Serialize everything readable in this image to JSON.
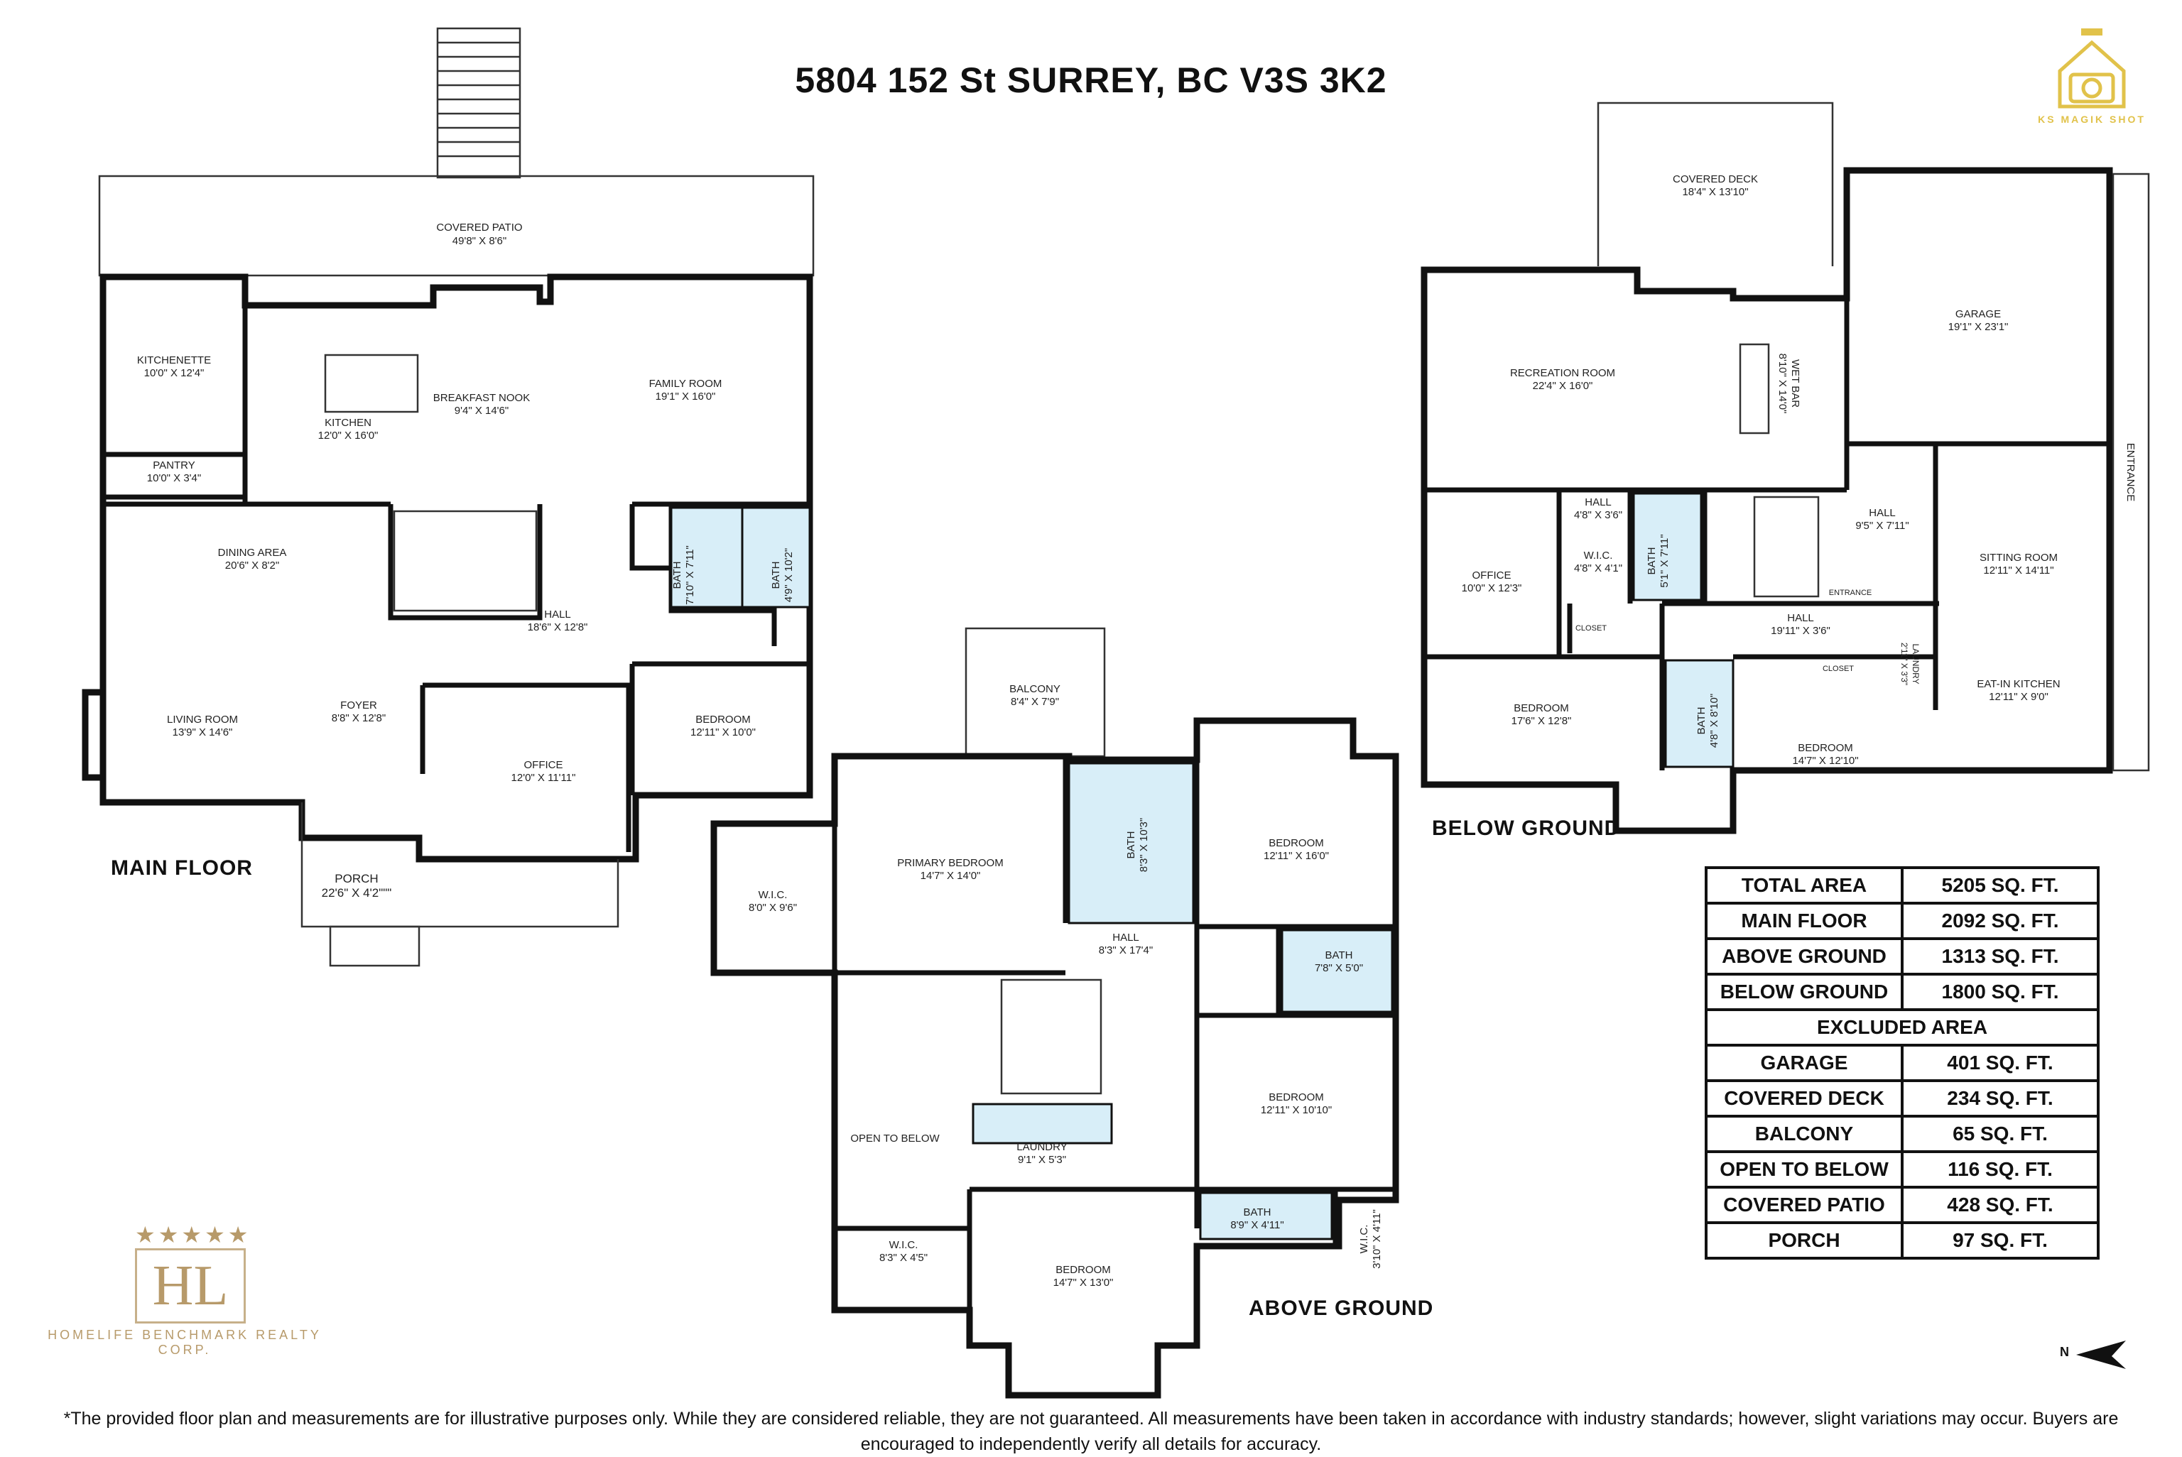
{
  "title": "5804 152 St SURREY, BC  V3S 3K2",
  "floors": {
    "main": "MAIN FLOOR",
    "above": "ABOVE GROUND",
    "below": "BELOW GROUND"
  },
  "rooms": {
    "main": [
      {
        "name": "COVERED PATIO",
        "dims": "49'8\" X 8'6\""
      },
      {
        "name": "KITCHENETTE",
        "dims": "10'0\" X 12'4\""
      },
      {
        "name": "PANTRY",
        "dims": "10'0\" X 3'4\""
      },
      {
        "name": "KITCHEN",
        "dims": "12'0\" X 16'0\""
      },
      {
        "name": "BREAKFAST NOOK",
        "dims": "9'4\" X 14'6\""
      },
      {
        "name": "FAMILY ROOM",
        "dims": "19'1\" X 16'0\""
      },
      {
        "name": "DINING AREA",
        "dims": "20'6\" X 8'2\""
      },
      {
        "name": "HALL",
        "dims": "18'6\" X 12'8\""
      },
      {
        "name": "BATH",
        "dims": "7'10\" X 7'11\""
      },
      {
        "name": "BATH",
        "dims": "4'9\" X 10'2\""
      },
      {
        "name": "LIVING ROOM",
        "dims": "13'9\" X 14'6\""
      },
      {
        "name": "FOYER",
        "dims": "8'8\" X 12'8\""
      },
      {
        "name": "OFFICE",
        "dims": "12'0\" X 11'11\""
      },
      {
        "name": "BEDROOM",
        "dims": "12'11\" X 10'0\""
      },
      {
        "name": "PORCH",
        "dims": "22'6\" X 4'2\"\"\""
      }
    ],
    "above": [
      {
        "name": "BALCONY",
        "dims": "8'4\" X 7'9\""
      },
      {
        "name": "W.I.C.",
        "dims": "8'0\" X 9'6\""
      },
      {
        "name": "PRIMARY BEDROOM",
        "dims": "14'7\" X 14'0\""
      },
      {
        "name": "BATH",
        "dims": "8'3\" X 10'3\""
      },
      {
        "name": "BEDROOM",
        "dims": "12'11\" X 16'0\""
      },
      {
        "name": "HALL",
        "dims": "8'3\" X 17'4\""
      },
      {
        "name": "BATH",
        "dims": "7'8\" X 5'0\""
      },
      {
        "name": "OPEN TO BELOW",
        "dims": ""
      },
      {
        "name": "LAUNDRY",
        "dims": "9'1\" X 5'3\""
      },
      {
        "name": "BEDROOM",
        "dims": "12'11\" X 10'10\""
      },
      {
        "name": "W.I.C.",
        "dims": "8'3\" X 4'5\""
      },
      {
        "name": "BEDROOM",
        "dims": "14'7\" X 13'0\""
      },
      {
        "name": "BATH",
        "dims": "8'9\" X 4'11\""
      },
      {
        "name": "W.I.C.",
        "dims": "3'10\" X 4'11\""
      }
    ],
    "below": [
      {
        "name": "COVERED DECK",
        "dims": "18'4\" X 13'10\""
      },
      {
        "name": "GARAGE",
        "dims": "19'1\" X 23'1\""
      },
      {
        "name": "RECREATION ROOM",
        "dims": "22'4\" X 16'0\""
      },
      {
        "name": "WET BAR",
        "dims": "8'10\" X 14'0\""
      },
      {
        "name": "ENTRANCE",
        "dims": ""
      },
      {
        "name": "HALL",
        "dims": "4'8\" X 3'6\""
      },
      {
        "name": "W.I.C.",
        "dims": "4'8\" X 4'1\""
      },
      {
        "name": "OFFICE",
        "dims": "10'0\" X 12'3\""
      },
      {
        "name": "BATH",
        "dims": "5'1\" X 7'11\""
      },
      {
        "name": "HALL",
        "dims": "9'5\" X 7'11\""
      },
      {
        "name": "SITTING ROOM",
        "dims": "12'11\" X 14'11\""
      },
      {
        "name": "ENTRANCE",
        "dims": ""
      },
      {
        "name": "CLOSET",
        "dims": ""
      },
      {
        "name": "HALL",
        "dims": "19'11\" X 3'6\""
      },
      {
        "name": "LAUNDRY",
        "dims": "2'11\" X 3'3\""
      },
      {
        "name": "CLOSET",
        "dims": ""
      },
      {
        "name": "BATH",
        "dims": "4'8\" X 8'10\""
      },
      {
        "name": "BEDROOM",
        "dims": "17'6\" X 12'8\""
      },
      {
        "name": "BEDROOM",
        "dims": "14'7\" X 12'10\""
      },
      {
        "name": "EAT-IN KITCHEN",
        "dims": "12'11\" X 9'0\""
      }
    ]
  },
  "area_table": {
    "rows": [
      {
        "label": "TOTAL AREA",
        "value": "5205 SQ. FT."
      },
      {
        "label": "MAIN FLOOR",
        "value": "2092 SQ. FT."
      },
      {
        "label": "ABOVE GROUND",
        "value": "1313 SQ. FT."
      },
      {
        "label": "BELOW GROUND",
        "value": "1800 SQ. FT."
      }
    ],
    "excluded_header": "EXCLUDED AREA",
    "excluded": [
      {
        "label": "GARAGE",
        "value": "401 SQ. FT."
      },
      {
        "label": "COVERED DECK",
        "value": "234 SQ. FT."
      },
      {
        "label": "BALCONY",
        "value": "65 SQ. FT."
      },
      {
        "label": "OPEN TO BELOW",
        "value": "116 SQ. FT."
      },
      {
        "label": "COVERED PATIO",
        "value": "428 SQ. FT."
      },
      {
        "label": "PORCH",
        "value": "97 SQ. FT."
      }
    ]
  },
  "logos": {
    "homelife_initials": "HL",
    "homelife_name": "HOMELIFE BENCHMARK REALTY CORP.",
    "ks_name": "KS MAGIK SHOT"
  },
  "compass_label": "N",
  "disclaimer": "*The provided floor plan and measurements are for illustrative purposes only. While they are considered reliable, they are not guaranteed. All measurements have been taken in accordance with industry standards; however, slight variations may occur. Buyers are encouraged to independently verify all details for accuracy.",
  "colors": {
    "wall": "#111111",
    "bath_fill": "#d8eef8",
    "homelife_gold": "#b79a6a",
    "ks_gold": "#e1c24a"
  }
}
